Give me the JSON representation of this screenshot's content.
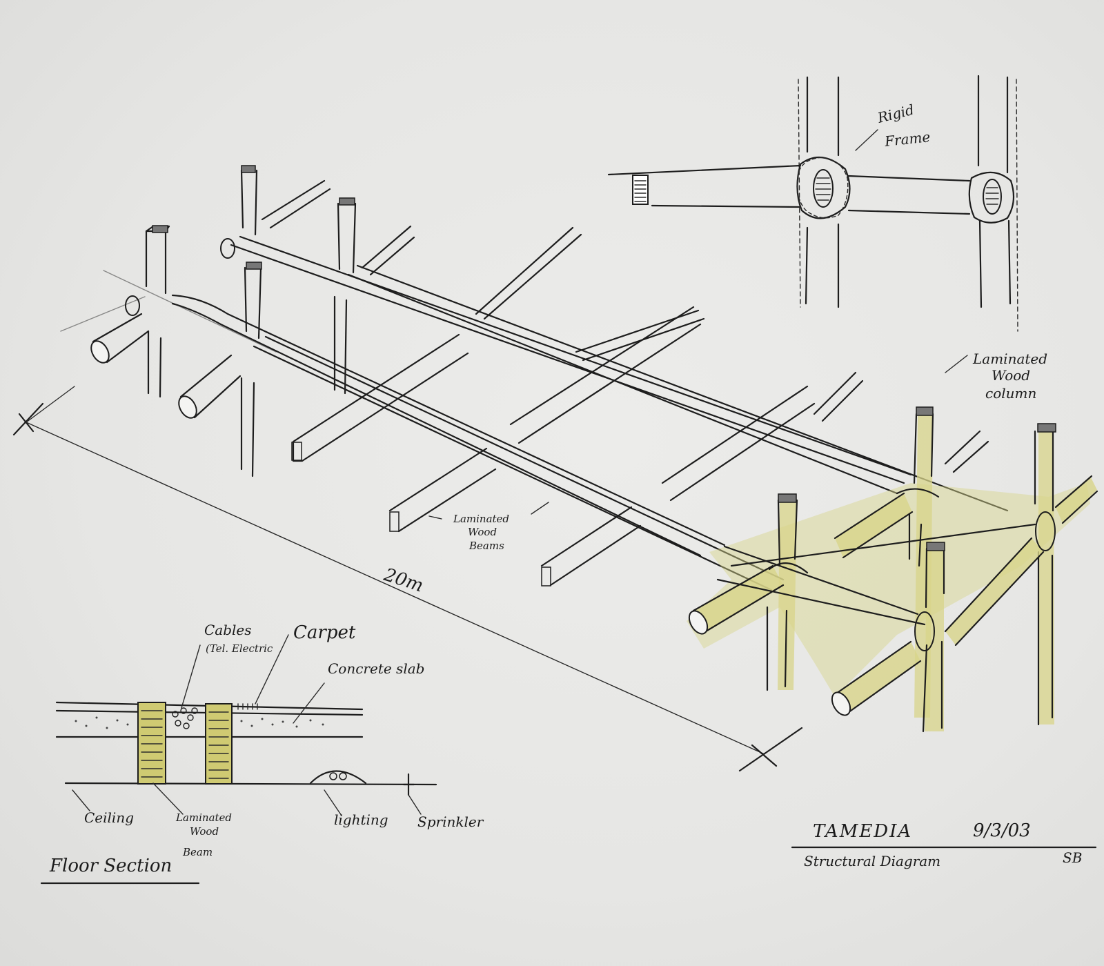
{
  "labels": {
    "rigid_frame_line1": "Rigid",
    "rigid_frame_line2": "Frame",
    "column_line1": "Laminated",
    "column_line2": "Wood",
    "column_line3": "column",
    "beams_line1": "Laminated",
    "beams_line2": "Wood",
    "beams_line3": "Beams",
    "dimension": "20m",
    "cables_line1": "Cables",
    "cables_line2": "(Tel. Electric",
    "carpet": "Carpet",
    "concrete": "Concrete slab",
    "ceiling": "Ceiling",
    "beam_line1": "Laminated",
    "beam_line2": "Wood",
    "beam_line3": "Beam",
    "lighting": "lighting",
    "sprinkler": "Sprinkler",
    "section_title": "Floor Section"
  },
  "title_block": {
    "project": "TAMEDIA",
    "date": "9/3/03",
    "subtitle": "Structural Diagram",
    "initials": "SB"
  },
  "colors": {
    "ink": "#1d1d1d",
    "wood": "#d8d48a",
    "paper": "#e8e8e6"
  }
}
